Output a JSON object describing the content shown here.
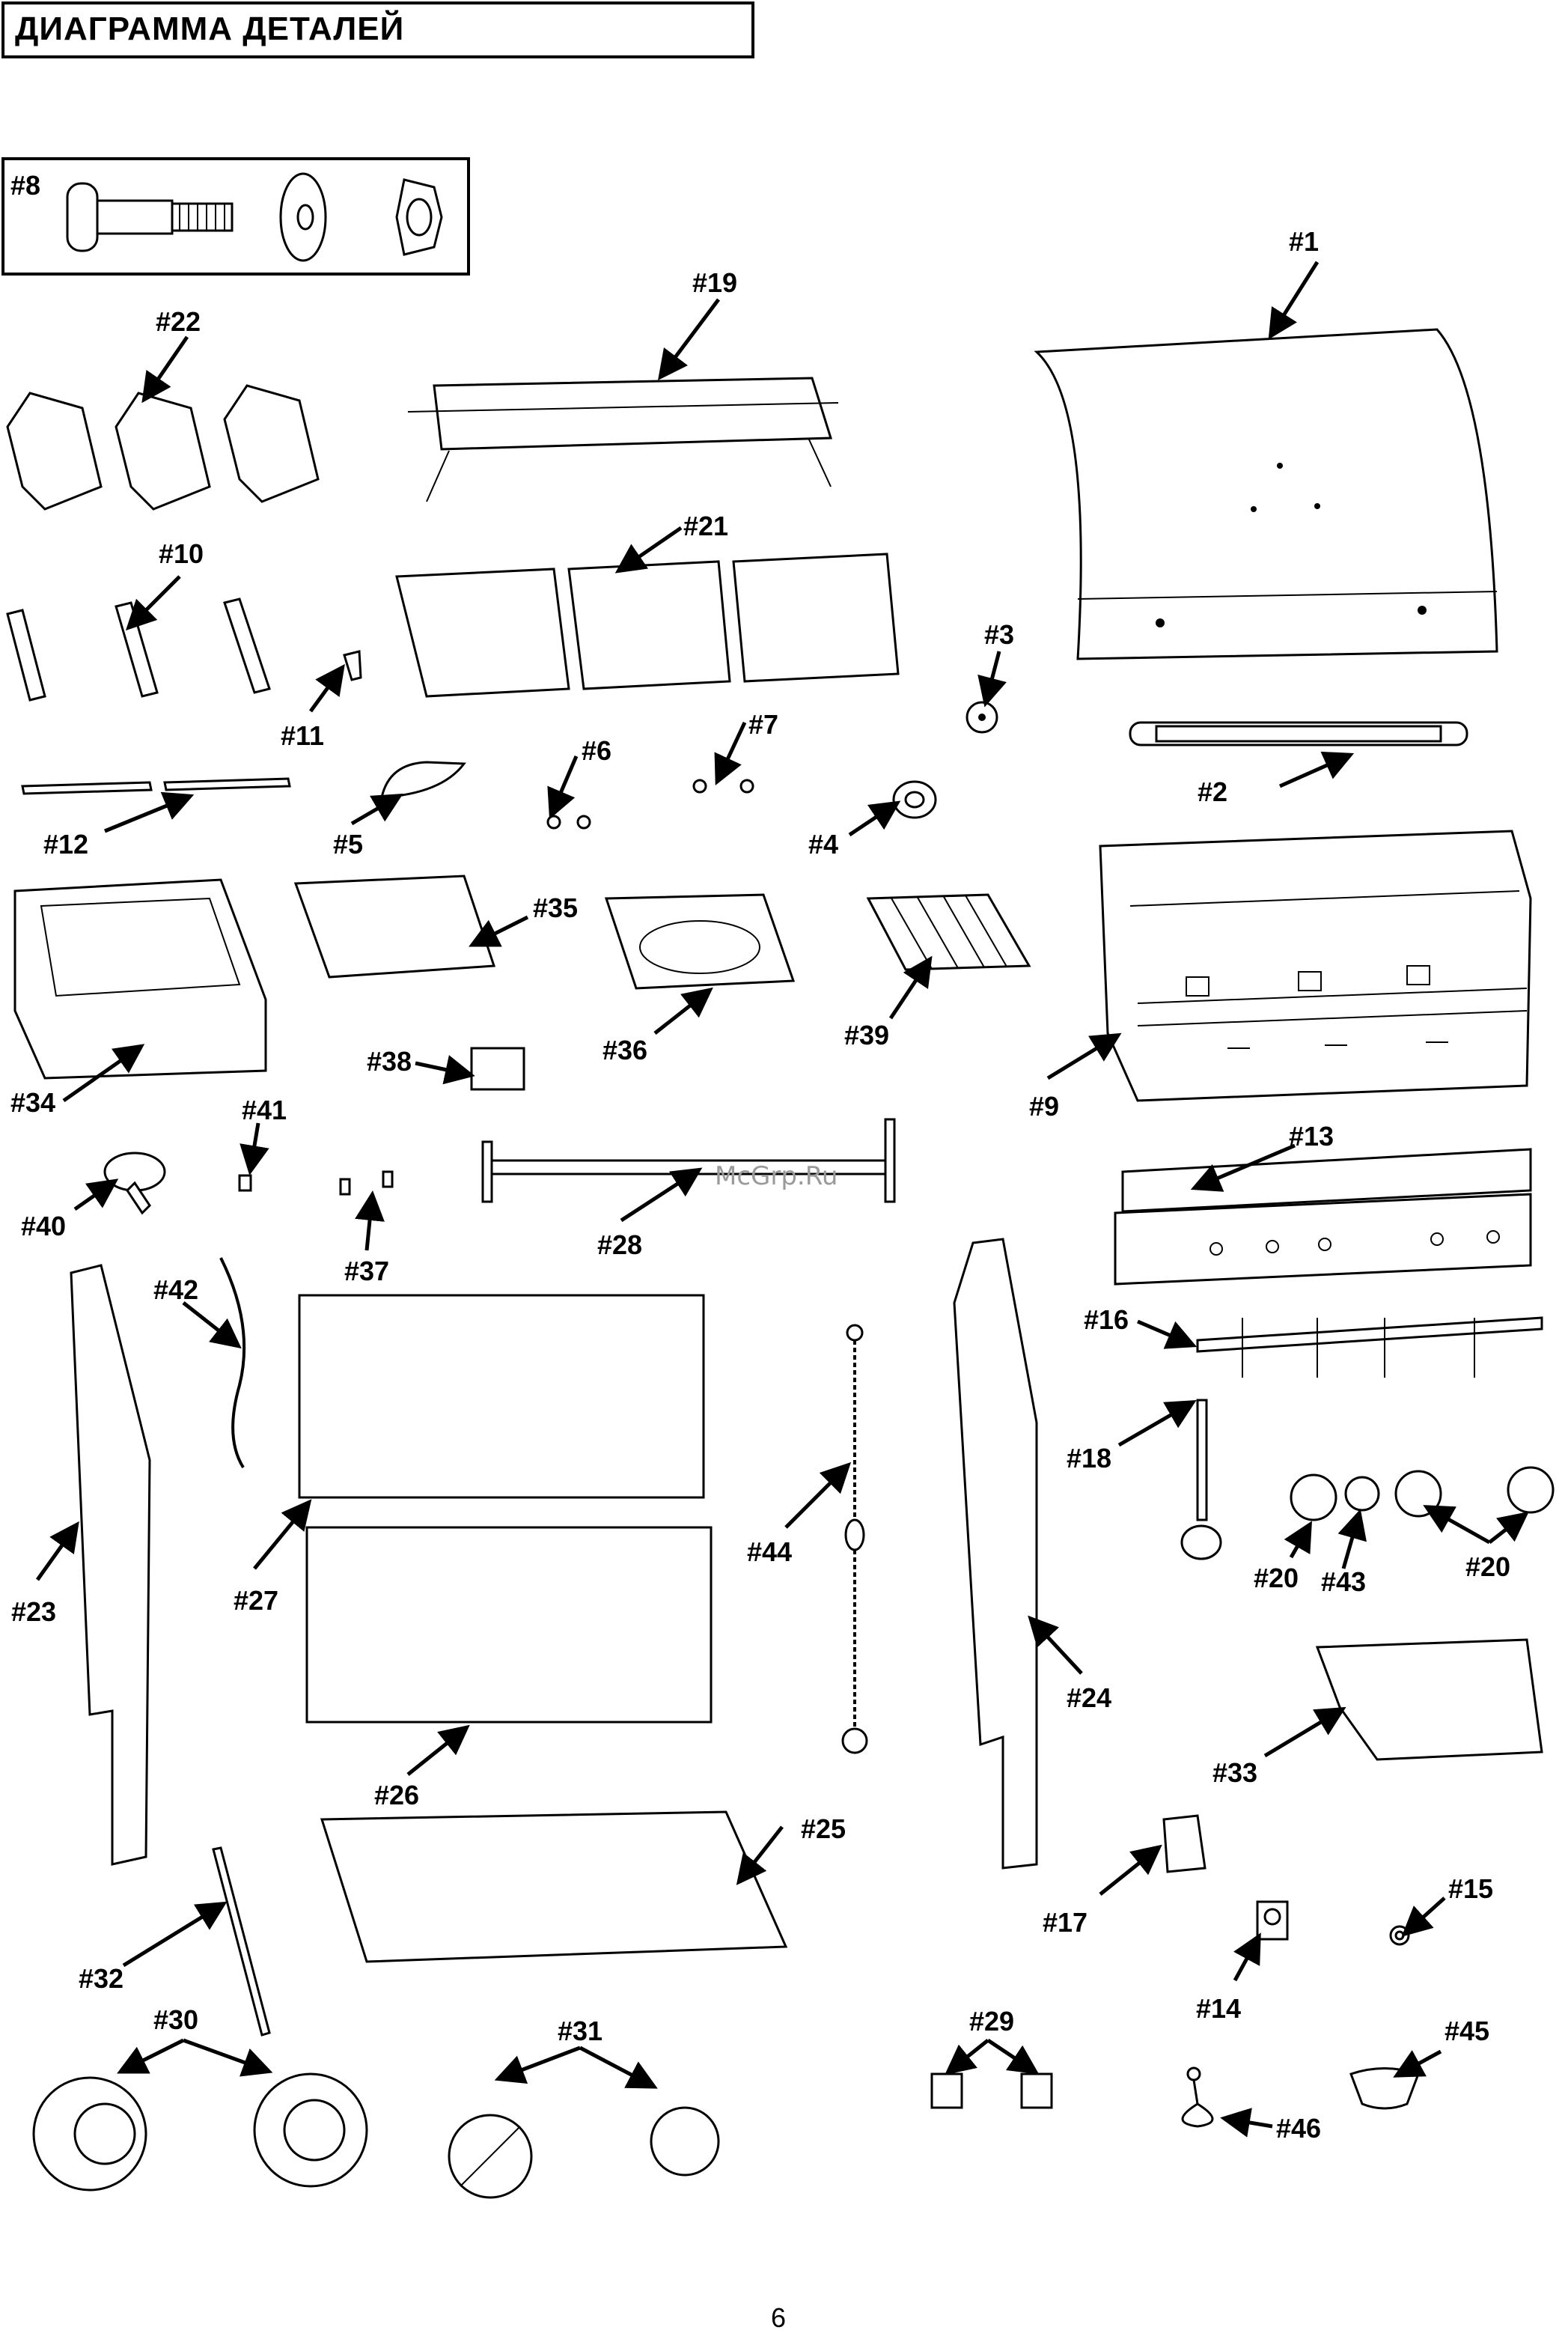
{
  "header": {
    "title": "ДИАГРАММА ДЕТАЛЕЙ"
  },
  "watermark": "McGrp.Ru",
  "page_number": "6",
  "labels": {
    "p1": "#1",
    "p2": "#2",
    "p3": "#3",
    "p4": "#4",
    "p5": "#5",
    "p6": "#6",
    "p7": "#7",
    "p8": "#8",
    "p9": "#9",
    "p10": "#10",
    "p11": "#11",
    "p12": "#12",
    "p13": "#13",
    "p14": "#14",
    "p15": "#15",
    "p16": "#16",
    "p17": "#17",
    "p18": "#18",
    "p19": "#19",
    "p20a": "#20",
    "p20b": "#20",
    "p21": "#21",
    "p22": "#22",
    "p23": "#23",
    "p24": "#24",
    "p25": "#25",
    "p26": "#26",
    "p27": "#27",
    "p28": "#28",
    "p29": "#29",
    "p30": "#30",
    "p31": "#31",
    "p32": "#32",
    "p33": "#33",
    "p34": "#34",
    "p35": "#35",
    "p36": "#36",
    "p37": "#37",
    "p38": "#38",
    "p39": "#39",
    "p40": "#40",
    "p41": "#41",
    "p42": "#42",
    "p43": "#43",
    "p44": "#44",
    "p45": "#45",
    "p46": "#46"
  }
}
